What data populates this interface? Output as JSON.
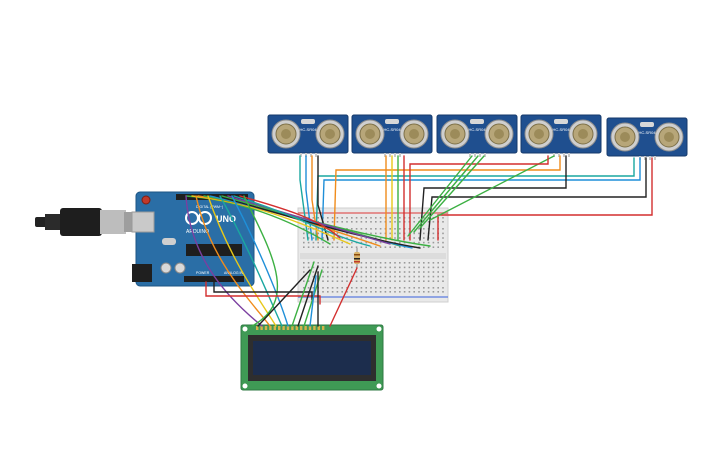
{
  "arduino": {
    "brand": "ARDUINO",
    "model": "UNO",
    "digital_label": "DIGITAL (PWM~)",
    "power_label": "POWER",
    "analog_label": "ANALOG IN",
    "board_color": "#2a6ea6"
  },
  "sensors": [
    {
      "label": "HC-SR04"
    },
    {
      "label": "HC-SR04"
    },
    {
      "label": "HC-SR04"
    },
    {
      "label": "HC-SR04"
    },
    {
      "label": "HC-SR04"
    }
  ],
  "lcd": {
    "pcb_color": "#3f9a55",
    "screen_color": "#1c2d4d"
  },
  "wire_colors": {
    "red": "#d32f2f",
    "black": "#222222",
    "blue": "#1f8fd8",
    "orange": "#f08c1c",
    "green": "#3cb043",
    "yellow": "#e8c81a",
    "purple": "#7b3fa0",
    "teal": "#1aa7a0"
  }
}
